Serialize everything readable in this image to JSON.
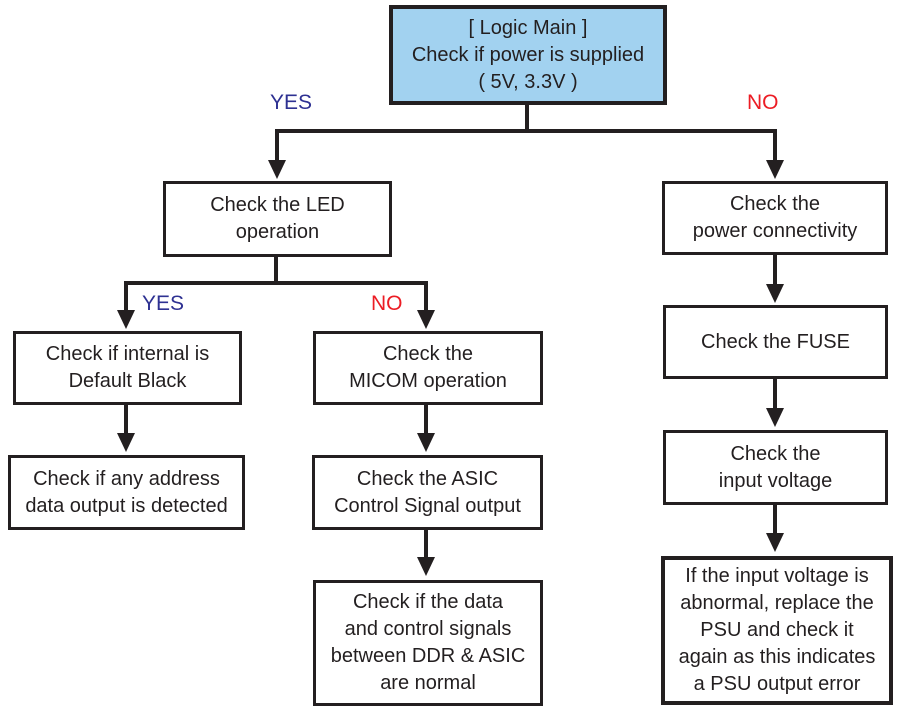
{
  "colors": {
    "background": "#ffffff",
    "line": "#231f20",
    "top_box_fill": "#a2d2f0",
    "yes_label": "#2e3192",
    "no_label": "#ec1c24"
  },
  "nodes": {
    "logic_main": "[ Logic Main ]\nCheck if power is supplied\n( 5V, 3.3V )",
    "check_led": "Check the LED\noperation",
    "check_power_connectivity": "Check the\npower connectivity",
    "check_internal_default_black": "Check if internal is\nDefault Black",
    "check_micom": "Check the\nMICOM operation",
    "check_address_data": "Check if any address\ndata output is detected",
    "check_asic_control": "Check the ASIC\nControl Signal output",
    "check_ddr_asic": "Check if the data\nand control signals\nbetween DDR & ASIC\nare normal",
    "check_fuse": "Check the FUSE",
    "check_input_voltage": "Check the\ninput voltage",
    "psu_error": "If the input voltage is\nabnormal, replace the\nPSU and check it\nagain as this indicates\na PSU output error"
  },
  "branch_labels": {
    "root_yes": "YES",
    "root_no": "NO",
    "led_yes": "YES",
    "led_no": "NO"
  },
  "edges": [
    {
      "from": "logic_main",
      "to": "check_led",
      "label": "YES"
    },
    {
      "from": "logic_main",
      "to": "check_power_connectivity",
      "label": "NO"
    },
    {
      "from": "check_led",
      "to": "check_internal_default_black",
      "label": "YES"
    },
    {
      "from": "check_led",
      "to": "check_micom",
      "label": "NO"
    },
    {
      "from": "check_internal_default_black",
      "to": "check_address_data",
      "label": ""
    },
    {
      "from": "check_micom",
      "to": "check_asic_control",
      "label": ""
    },
    {
      "from": "check_asic_control",
      "to": "check_ddr_asic",
      "label": ""
    },
    {
      "from": "check_power_connectivity",
      "to": "check_fuse",
      "label": ""
    },
    {
      "from": "check_fuse",
      "to": "check_input_voltage",
      "label": ""
    },
    {
      "from": "check_input_voltage",
      "to": "psu_error",
      "label": ""
    }
  ]
}
